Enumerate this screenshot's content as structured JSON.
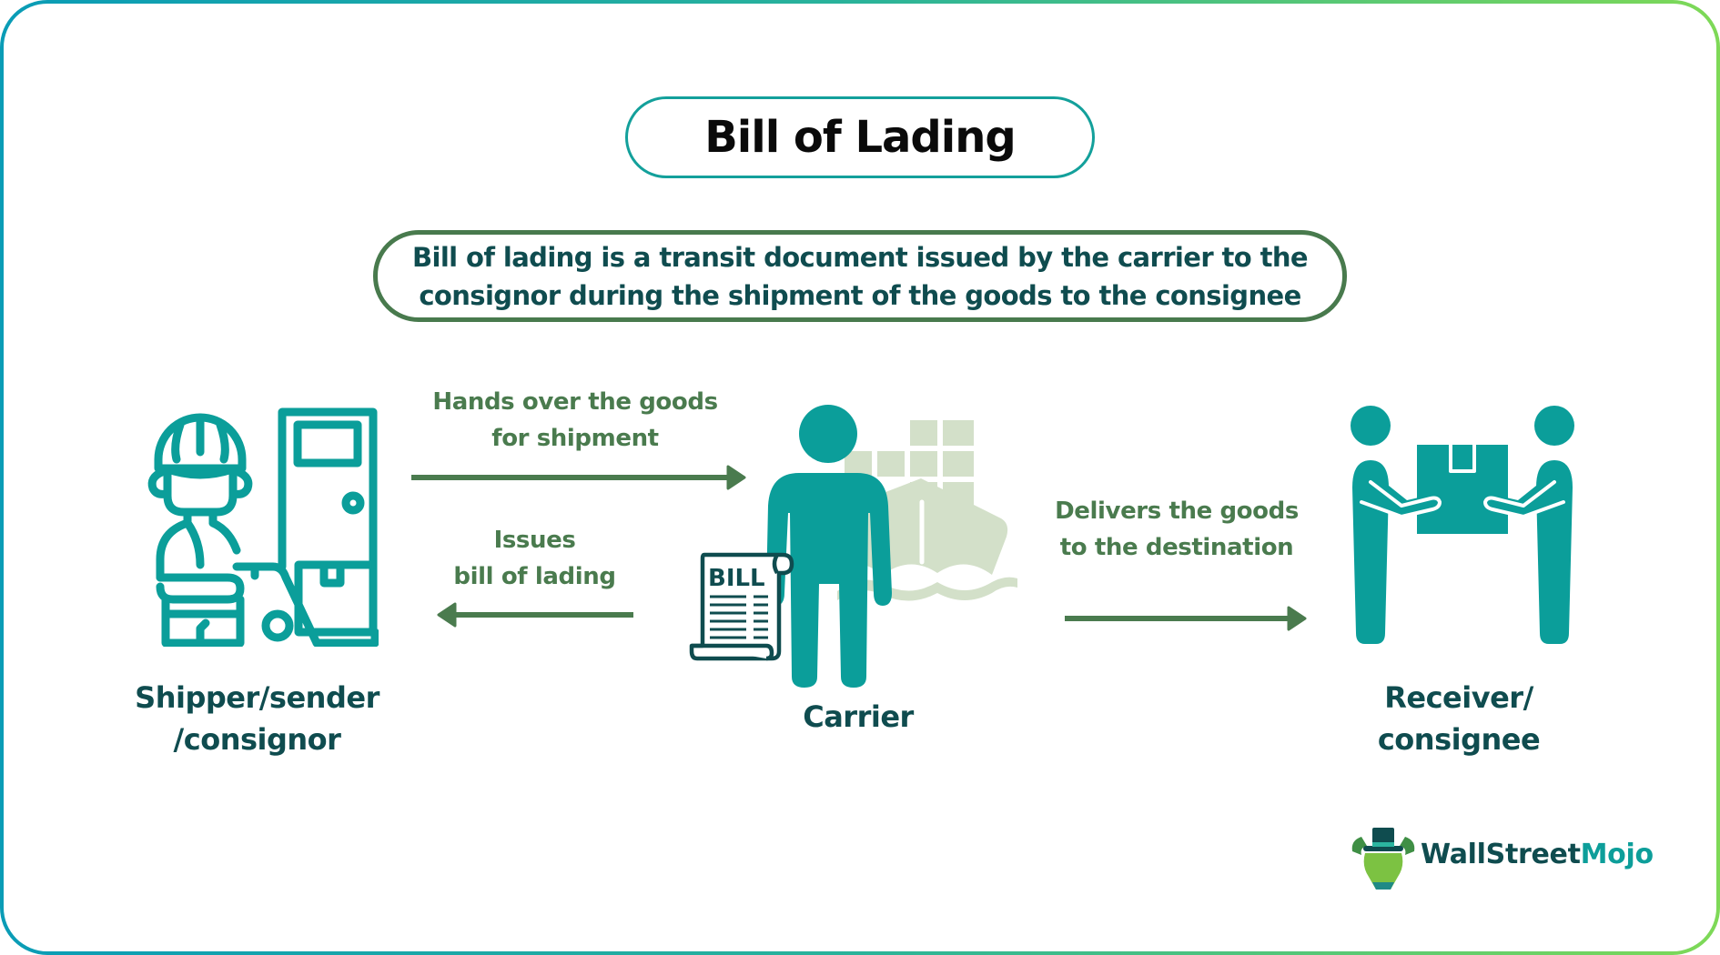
{
  "title": "Bill of Lading",
  "definition": {
    "line1": "Bill of lading is a transit document issued by the carrier to the",
    "line2": "consignor during the shipment of the goods to the consignee"
  },
  "flows": {
    "hands_over": {
      "line1": "Hands over the goods",
      "line2": "for shipment",
      "direction": "right"
    },
    "issues": {
      "line1": "Issues",
      "line2": "bill of lading",
      "direction": "left"
    },
    "delivers": {
      "line1": "Delivers the goods",
      "line2": "to the destination",
      "direction": "right"
    }
  },
  "parties": {
    "shipper": {
      "line1": "Shipper/sender",
      "line2": "/consignor",
      "icon": "worker-with-handtruck-icon"
    },
    "carrier": {
      "line1": "Carrier",
      "icon": "person-with-bill-and-ship-icon",
      "document_label": "BILL"
    },
    "receiver": {
      "line1": "Receiver/",
      "line2": "consignee",
      "icon": "people-handing-box-icon"
    }
  },
  "logo": {
    "part1": "WallStreet",
    "part2": "Mojo"
  },
  "colors": {
    "teal": "#0b9e9a",
    "dark_teal": "#0f4c4f",
    "green": "#4a7b4e",
    "ship": "#d3e0c9",
    "frame_start": "#0a9cb6",
    "frame_end": "#7ed957"
  }
}
